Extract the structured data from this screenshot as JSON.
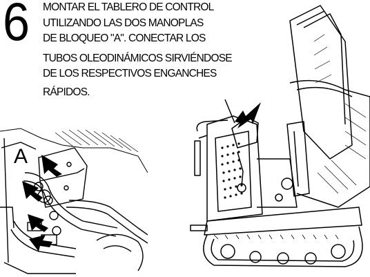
{
  "step": {
    "number": "6",
    "lines": [
      "MONTAR EL TABLERO DE CONTROL",
      "UTILIZANDO LAS DOS MANOPLAS",
      "DE BLOQUEO \"A\". CONECTAR LOS",
      "TUBOS OLEODINÁMICOS SIRVIÉNDOSE",
      "DE LOS RESPECTIVOS ENGANCHES",
      "RÁPIDOS."
    ]
  },
  "detail": {
    "label": "A"
  }
}
